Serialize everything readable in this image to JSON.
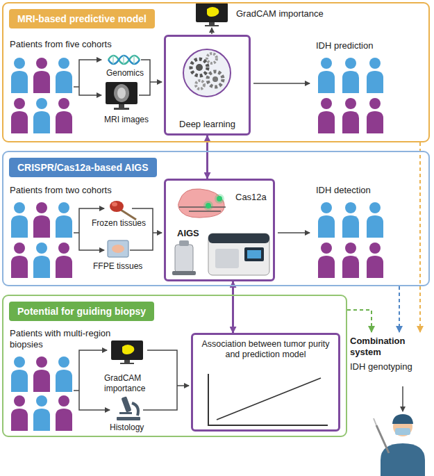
{
  "diagram": {
    "nodes": [
      {
        "text": [
          "MRI-based predictive model"
        ]
      },
      {
        "text": [
          "Deep learning"
        ],
        "in": 0
      },
      {
        "text": [
          "CRISPR/Cas12a-based AIGS"
        ]
      },
      {
        "text": [
          "Cas12a",
          "AIGS"
        ],
        "in": 2
      },
      {
        "text": [
          "Potential for guiding biopsy"
        ]
      },
      {
        "text": [
          "Association between tumor purity and prediction model"
        ],
        "in": 4
      },
      {
        "text": [
          "Combination system",
          "IDH genotyping"
        ]
      }
    ],
    "edges": [
      {
        "from": 1,
        "to": 3,
        "arrow": "both"
      },
      {
        "from": 3,
        "to": 5,
        "arrow": "both"
      },
      {
        "from": 0,
        "to": 6,
        "arrow": "to"
      },
      {
        "from": 2,
        "to": 6,
        "arrow": "to"
      },
      {
        "from": 4,
        "to": 6,
        "arrow": "to"
      }
    ],
    "labels": [
      "GradCAM importance",
      "Patients from five cohorts",
      "Genomics",
      "MRI images",
      "IDH prediction",
      "Patients from two cohorts",
      "Frozen tissues",
      "FFPE tissues",
      "IDH detection",
      "Patients with multi-region biopsies",
      "GradCAM importance",
      "Histology"
    ]
  }
}
